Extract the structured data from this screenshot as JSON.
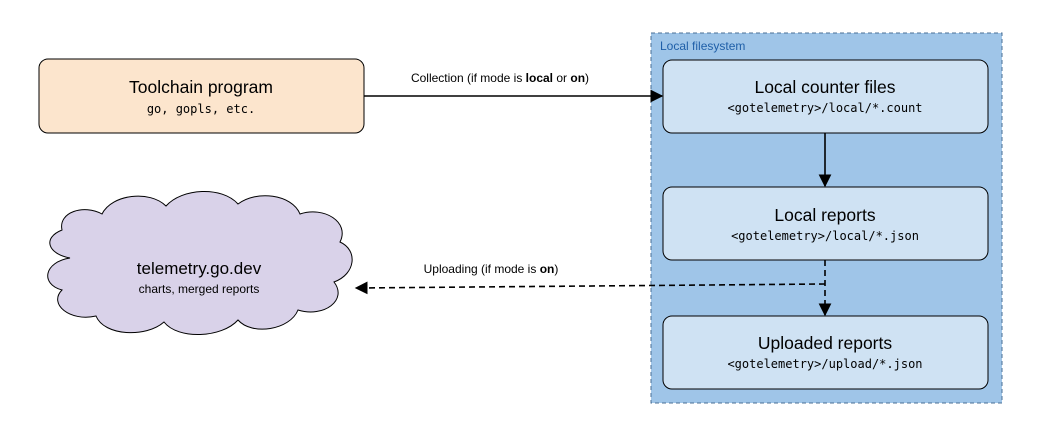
{
  "colors": {
    "background": "#ffffff",
    "toolchain_fill": "#fce5cd",
    "filesystem_fill": "#9fc5e8",
    "filesystem_border": "#4a6f96",
    "filesystem_label": "#1f5fa8",
    "inner_box_fill": "#cfe2f3",
    "cloud_fill": "#d9d2e9",
    "stroke": "#000000",
    "text": "#000000"
  },
  "toolchain": {
    "title": "Toolchain program",
    "subtitle": "go, gopls, etc."
  },
  "filesystem": {
    "label": "Local filesystem"
  },
  "counter_files": {
    "title": "Local counter files",
    "path": "<gotelemetry>/local/*.count"
  },
  "local_reports": {
    "title": "Local reports",
    "path": "<gotelemetry>/local/*.json"
  },
  "uploaded_reports": {
    "title": "Uploaded reports",
    "path": "<gotelemetry>/upload/*.json"
  },
  "server": {
    "title": "telemetry.go.dev",
    "subtitle": "charts, merged reports"
  },
  "collection_edge": {
    "prefix": "Collection (if mode is ",
    "mode1": "local",
    "middle": " or ",
    "mode2": "on",
    "suffix": ")"
  },
  "upload_edge": {
    "prefix": "Uploading (if mode is ",
    "mode": "on",
    "suffix": ")"
  }
}
